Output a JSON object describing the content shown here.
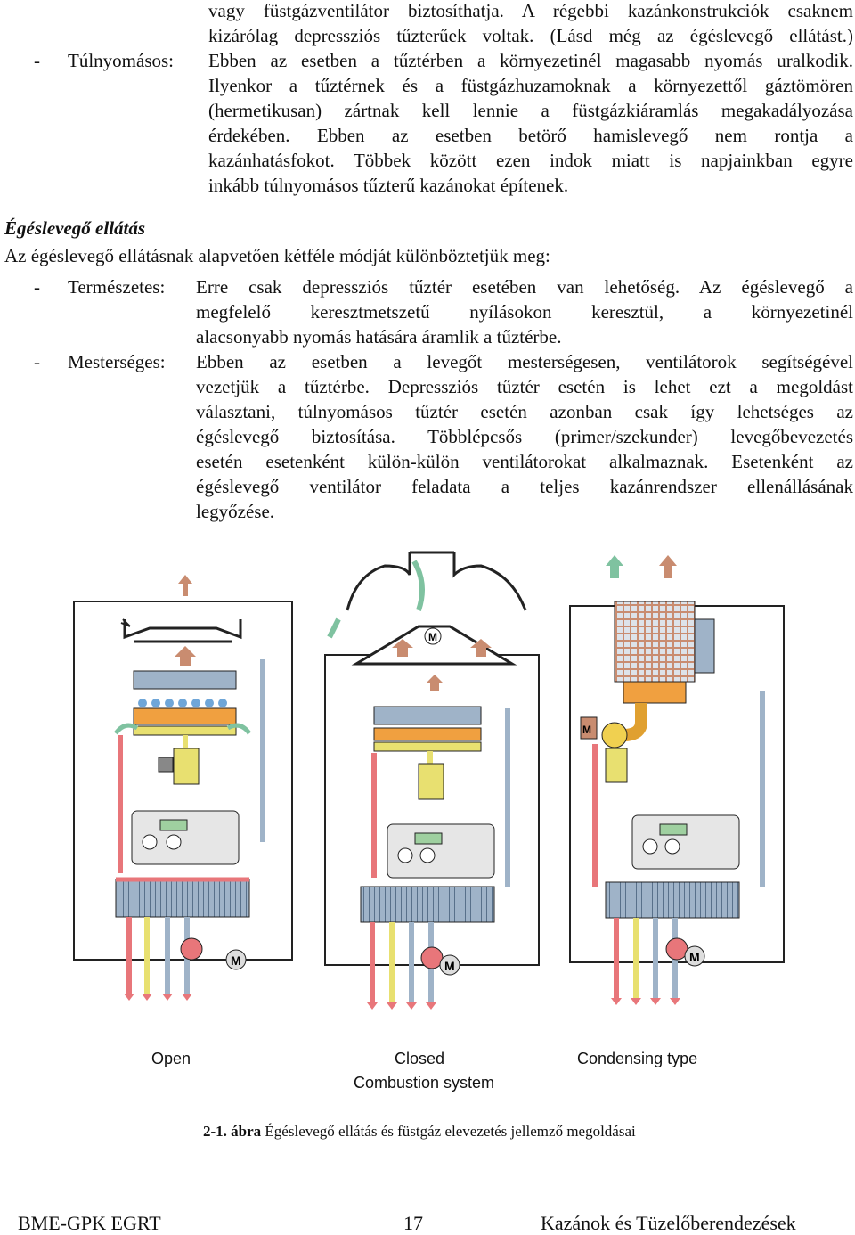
{
  "intro_lines": [
    "vagy füstgázventilátor biztosíthatja. A régebbi kazánkonstrukciók csaknem",
    "kizárólag depressziós tűzterűek voltak. (Lásd még az égéslevegő ellátást.)"
  ],
  "overpressure": {
    "dash": "-",
    "term": "Túlnyomásos:",
    "lines": [
      "Ebben az esetben a tűztérben a környezetinél magasabb nyomás uralkodik.",
      "Ilyenkor a tűztérnek és a füstgázhuzamoknak a környezettől gáztömören",
      "(hermetikusan) zártnak kell lennie a füstgázkiáramlás megakadályozása",
      "érdekében. Ebben az esetben betörő hamislevegő nem rontja a",
      "kazánhatásfokot. Többek között ezen indok miatt is napjainkban egyre",
      "inkább túlnyomásos tűzterű kazánokat építenek."
    ]
  },
  "section_heading": "Égéslevegő ellátás",
  "section_intro": "Az égéslevegő ellátásnak alapvetően kétféle módját különböztetjük meg:",
  "natural": {
    "dash": "-",
    "term": "Természetes:",
    "lines": [
      "Erre csak depressziós tűztér esetében van lehetőség. Az égéslevegő a",
      "megfelelő keresztmetszetű nyílásokon keresztül, a környezetinél",
      "alacsonyabb nyomás hatására áramlik a tűztérbe."
    ]
  },
  "artificial": {
    "dash": "-",
    "term": "Mesterséges:",
    "lines": [
      "Ebben az esetben a levegőt mesterségesen, ventilátorok segítségével",
      "vezetjük a tűztérbe. Depressziós tűztér esetén is lehet ezt a megoldást",
      "választani, túlnyomásos tűztér esetén azonban csak így lehetséges az",
      "égéslevegő biztosítása. Többlépcsős (primer/szekunder) levegőbevezetés",
      "esetén esetenként külön-külön ventilátorokat alkalmaznak. Esetenként az",
      "égéslevegő ventilátor feladata a teljes kazánrendszer ellenállásának",
      "legyőzése."
    ]
  },
  "figure": {
    "labels": {
      "open": "Open",
      "closed": "Closed",
      "condensing": "Condensing type",
      "combustion": "Combustion system"
    },
    "icon": "fan-motor-icon",
    "colors": {
      "flow": "#e8767a",
      "return": "#9fb3c8",
      "gas": "#e8e070",
      "air": "#c98c70",
      "flue": "#7fc2a0",
      "burner": "#f0a040",
      "frame": "#222222"
    }
  },
  "caption": {
    "number": "2-1. ábra",
    "text": " Égéslevegő ellátás és füstgáz elevezetés jellemző megoldásai"
  },
  "footer": {
    "left": "BME-GPK EGRT",
    "page": "17",
    "right": "Kazánok és Tüzelőberendezések"
  }
}
